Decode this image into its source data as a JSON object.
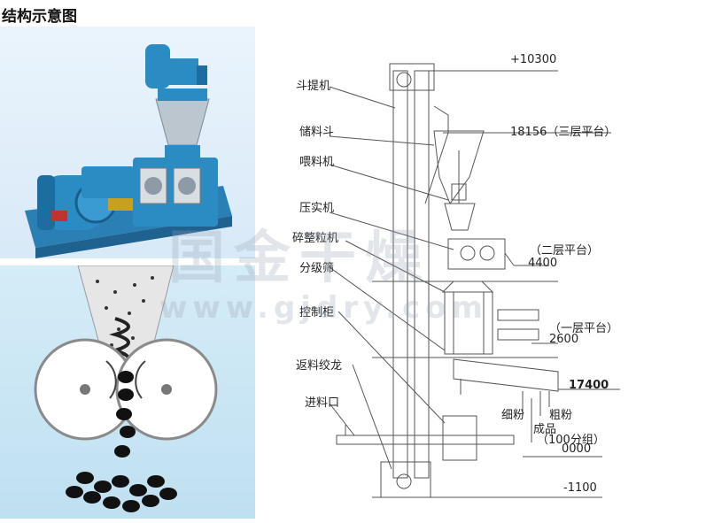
{
  "title": "结构示意图",
  "watermark": {
    "cn": "国金干燥",
    "url": "www.gjdry.com"
  },
  "colors": {
    "machine_blue": "#2b8cc4",
    "steel": "#bcc6cf",
    "line": "#555555",
    "bg_photo": "#e2eff9",
    "bg_illustration": "#cce7f4"
  },
  "labels": {
    "bucket_elevator": "斗提机",
    "storage_hopper": "储料斗",
    "feeder": "喂料机",
    "compactor": "压实机",
    "granulator": "碎整粒机",
    "classifier_screen": "分级筛",
    "control_cabinet": "控制柜",
    "return_screw": "返料绞龙",
    "inlet": "进料口"
  },
  "elevations": {
    "top": "+10300",
    "third_floor": "18156（三层平台）",
    "second_floor_name": "（二层平台）",
    "second_floor_level": "4400",
    "first_floor_name": "（一层平台）",
    "first_floor_level": "2600",
    "base": "17400",
    "ground": "0000",
    "pit": "-1100"
  },
  "outputs": {
    "fine": "细粉",
    "coarse": "粗粉",
    "product": "成品",
    "mesh": "（100分组）"
  }
}
